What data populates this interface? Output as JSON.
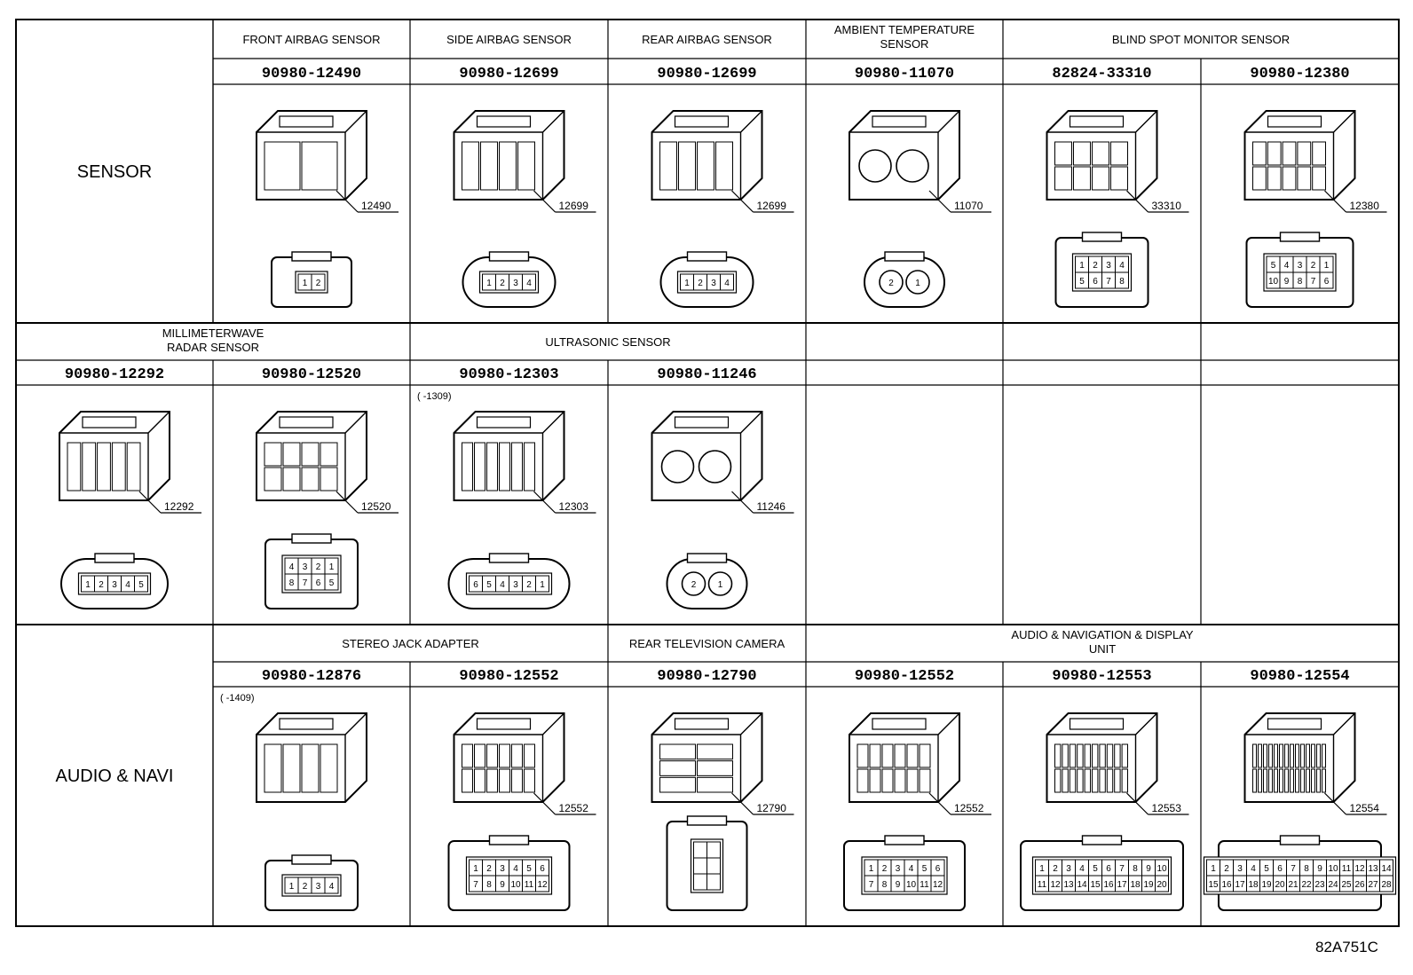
{
  "figure_id": "82A751C",
  "sections": [
    {
      "group": "SENSOR",
      "headers": [
        {
          "label": "FRONT AIRBAG SENSOR",
          "span": 1
        },
        {
          "label": "SIDE AIRBAG SENSOR",
          "span": 1
        },
        {
          "label": "REAR AIRBAG SENSOR",
          "span": 1
        },
        {
          "label": "AMBIENT TEMPERATURE|SENSOR",
          "span": 1
        },
        {
          "label": "BLIND SPOT MONITOR SENSOR",
          "span": 2
        }
      ],
      "cells": [
        {
          "part": "90980-12490",
          "callout": "12490",
          "shape": "std",
          "pins": [
            "1",
            "2"
          ],
          "grid": [
            2,
            1
          ],
          "note": ""
        },
        {
          "part": "90980-12699",
          "callout": "12699",
          "shape": "oval",
          "pins": [
            "1",
            "2",
            "3",
            "4"
          ],
          "grid": [
            4,
            1
          ],
          "note": ""
        },
        {
          "part": "90980-12699",
          "callout": "12699",
          "shape": "oval",
          "pins": [
            "1",
            "2",
            "3",
            "4"
          ],
          "grid": [
            4,
            1
          ],
          "note": ""
        },
        {
          "part": "90980-11070",
          "callout": "11070",
          "shape": "round",
          "pins": [
            "2",
            "1"
          ],
          "grid": [
            2,
            1
          ],
          "note": ""
        },
        {
          "part": "82824-33310",
          "callout": "33310",
          "shape": "std",
          "pins": [
            "1",
            "2",
            "3",
            "4",
            "5",
            "6",
            "7",
            "8"
          ],
          "grid": [
            4,
            2
          ],
          "note": ""
        },
        {
          "part": "90980-12380",
          "callout": "12380",
          "shape": "std",
          "pins": [
            "5",
            "4",
            "3",
            "2",
            "1",
            "10",
            "9",
            "8",
            "7",
            "6"
          ],
          "grid": [
            5,
            2
          ],
          "note": ""
        }
      ]
    },
    {
      "group": "",
      "headers": [
        {
          "label": "MILLIMETERWAVE|RADAR SENSOR",
          "span": 2
        },
        {
          "label": "ULTRASONIC SENSOR",
          "span": 2
        },
        {
          "label": "",
          "span": 1
        },
        {
          "label": "",
          "span": 1
        },
        {
          "label": "",
          "span": 1
        }
      ],
      "cells": [
        {
          "part": "90980-12292",
          "callout": "12292",
          "shape": "oval",
          "pins": [
            "1",
            "2",
            "3",
            "4",
            "5"
          ],
          "grid": [
            5,
            1
          ],
          "note": ""
        },
        {
          "part": "90980-12520",
          "callout": "12520",
          "shape": "std",
          "pins": [
            "4",
            "3",
            "2",
            "1",
            "8",
            "7",
            "6",
            "5"
          ],
          "grid": [
            4,
            2
          ],
          "note": ""
        },
        {
          "part": "90980-12303",
          "callout": "12303",
          "shape": "oval",
          "pins": [
            "6",
            "5",
            "4",
            "3",
            "2",
            "1"
          ],
          "grid": [
            6,
            1
          ],
          "note": "(      -1309)"
        },
        {
          "part": "90980-11246",
          "callout": "11246",
          "shape": "round",
          "pins": [
            "2",
            "1"
          ],
          "grid": [
            2,
            1
          ],
          "note": ""
        },
        {
          "part": "",
          "callout": "",
          "shape": "",
          "pins": [],
          "grid": [
            0,
            0
          ],
          "note": ""
        },
        {
          "part": "",
          "callout": "",
          "shape": "",
          "pins": [],
          "grid": [
            0,
            0
          ],
          "note": ""
        },
        {
          "part": "",
          "callout": "",
          "shape": "",
          "pins": [],
          "grid": [
            0,
            0
          ],
          "note": ""
        }
      ]
    },
    {
      "group": "AUDIO & NAVI",
      "headers": [
        {
          "label": "STEREO JACK ADAPTER",
          "span": 2
        },
        {
          "label": "REAR TELEVISION CAMERA",
          "span": 1
        },
        {
          "label": "AUDIO & NAVIGATION & DISPLAY|UNIT",
          "span": 3
        }
      ],
      "cells": [
        {
          "part": "90980-12876",
          "callout": "",
          "shape": "std",
          "pins": [
            "1",
            "2",
            "3",
            "4"
          ],
          "grid": [
            4,
            1
          ],
          "note": "(      -1409)"
        },
        {
          "part": "90980-12552",
          "callout": "12552",
          "shape": "std",
          "pins": [
            "1",
            "2",
            "3",
            "4",
            "5",
            "6",
            "7",
            "8",
            "9",
            "10",
            "11",
            "12"
          ],
          "grid": [
            6,
            2
          ],
          "note": ""
        },
        {
          "part": "90980-12790",
          "callout": "12790",
          "shape": "std",
          "pins": [
            "",
            "",
            "",
            "",
            "",
            ""
          ],
          "grid": [
            2,
            3
          ],
          "note": ""
        },
        {
          "part": "90980-12552",
          "callout": "12552",
          "shape": "std",
          "pins": [
            "1",
            "2",
            "3",
            "4",
            "5",
            "6",
            "7",
            "8",
            "9",
            "10",
            "11",
            "12"
          ],
          "grid": [
            6,
            2
          ],
          "note": ""
        },
        {
          "part": "90980-12553",
          "callout": "12553",
          "shape": "std",
          "pins": [
            "1",
            "2",
            "3",
            "4",
            "5",
            "6",
            "7",
            "8",
            "9",
            "10",
            "11",
            "12",
            "13",
            "14",
            "15",
            "16",
            "17",
            "18",
            "19",
            "20"
          ],
          "grid": [
            10,
            2
          ],
          "note": ""
        },
        {
          "part": "90980-12554",
          "callout": "12554",
          "shape": "std",
          "pins": [
            "1",
            "2",
            "3",
            "4",
            "5",
            "6",
            "7",
            "8",
            "9",
            "10",
            "11",
            "12",
            "13",
            "14",
            "15",
            "16",
            "17",
            "18",
            "19",
            "20",
            "21",
            "22",
            "23",
            "24",
            "25",
            "26",
            "27",
            "28"
          ],
          "grid": [
            14,
            2
          ],
          "note": ""
        }
      ]
    }
  ]
}
